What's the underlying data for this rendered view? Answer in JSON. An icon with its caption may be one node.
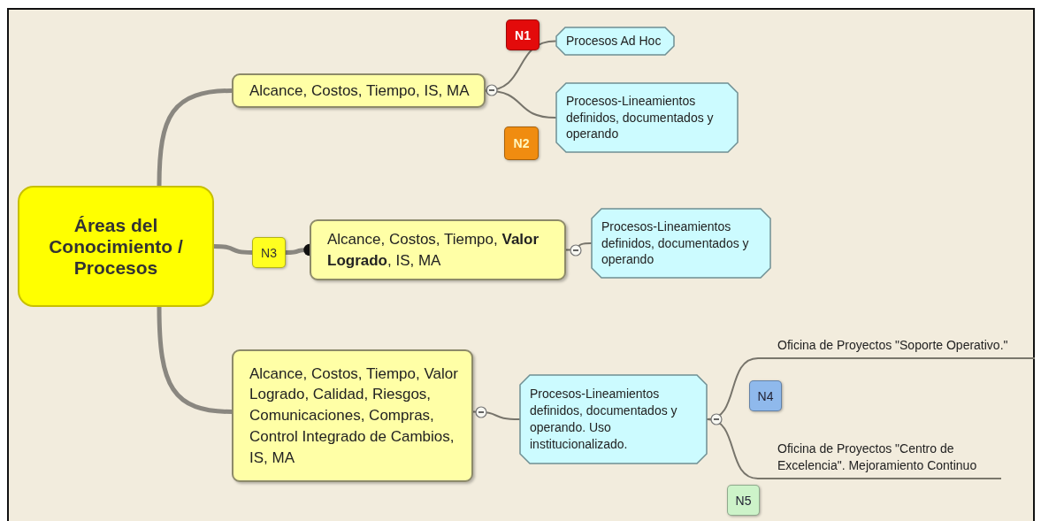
{
  "diagram": {
    "nodes": [
      {
        "text": [
          "Áreas del Conocimiento / Procesos"
        ]
      },
      {
        "text": [
          "Alcance, Costos, Tiempo, IS, MA"
        ]
      },
      {
        "text": [
          "N1"
        ]
      },
      {
        "text": [
          "Procesos Ad Hoc"
        ]
      },
      {
        "text": [
          "Procesos-Lineamientos definidos, documentados y operando"
        ]
      },
      {
        "text": [
          "N2"
        ]
      },
      {
        "text": [
          "N3"
        ]
      },
      {
        "text": [
          "Alcance, Costos, Tiempo, **Valor Logrado**, IS, MA"
        ]
      },
      {
        "text": [
          "Procesos-Lineamientos definidos, documentados y operando"
        ]
      },
      {
        "text": [
          "Alcance, Costos, Tiempo, Valor Logrado, Calidad, Riesgos, Comunicaciones, Compras, Control Integrado de Cambios, IS, MA"
        ]
      },
      {
        "text": [
          "Procesos-Lineamientos definidos, documentados y operando. Uso institucionalizado."
        ]
      },
      {
        "text": [
          "Oficina de Proyectos \"Soporte Operativo.\""
        ]
      },
      {
        "text": [
          "N4"
        ]
      },
      {
        "text": [
          "Oficina de Proyectos \"Centro de Excelencia\". Mejoramiento Continuo"
        ]
      },
      {
        "text": [
          "N5"
        ]
      }
    ],
    "edges": [
      {
        "from": 0,
        "to": 1,
        "arrow": "none",
        "style": "thick"
      },
      {
        "from": 1,
        "to": 3,
        "arrow": "none"
      },
      {
        "from": 1,
        "to": 4,
        "arrow": "none"
      },
      {
        "from": 0,
        "to": 6,
        "arrow": "none",
        "style": "thick"
      },
      {
        "from": 6,
        "to": 7,
        "arrow": "other",
        "style": "thick"
      },
      {
        "from": 7,
        "to": 8,
        "arrow": "none"
      },
      {
        "from": 0,
        "to": 9,
        "arrow": "none",
        "style": "thick"
      },
      {
        "from": 9,
        "to": 10,
        "arrow": "none"
      },
      {
        "from": 10,
        "to": 11,
        "arrow": "none"
      },
      {
        "from": 10,
        "to": 13,
        "arrow": "none"
      }
    ]
  }
}
